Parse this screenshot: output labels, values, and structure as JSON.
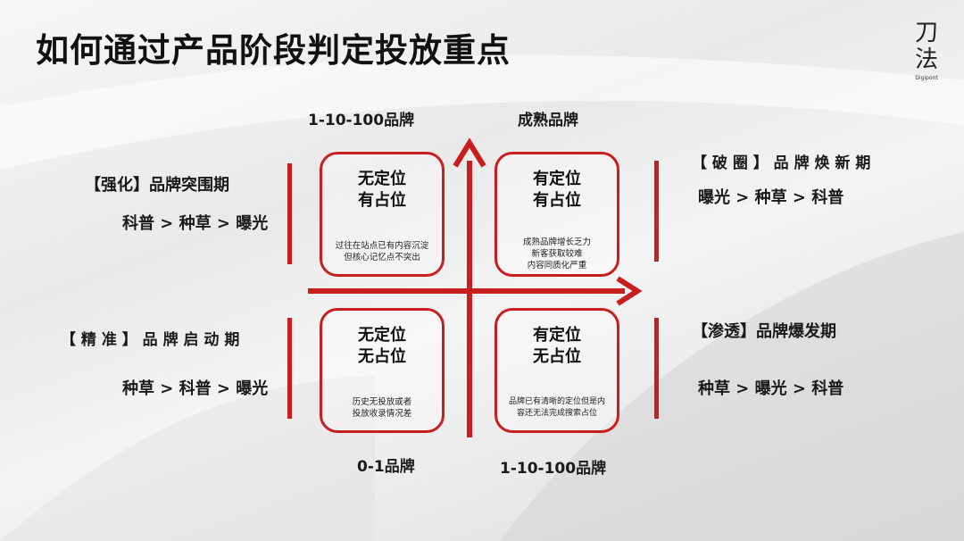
{
  "title": "如何通过产品阶段判定投放重点",
  "logo": {
    "char1": "刀",
    "char2": "法",
    "sub": "Digipont"
  },
  "axis_labels": {
    "top_left": "1-10-100品牌",
    "top_right": "成熟品牌",
    "bottom_left": "0-1品牌",
    "bottom_right": "1-10-100品牌"
  },
  "quadrants": {
    "top_left": {
      "line1": "无定位",
      "line2": "有占位",
      "desc1": "过往在站点已有内容沉淀",
      "desc2": "但核心记忆点不突出",
      "desc3": ""
    },
    "top_right": {
      "line1": "有定位",
      "line2": "有占位",
      "desc1": "成熟品牌增长乏力",
      "desc2": "新客获取较难",
      "desc3": "内容同质化严重"
    },
    "bottom_left": {
      "line1": "无定位",
      "line2": "无占位",
      "desc1": "历史无投放或者",
      "desc2": "投放收录情况差",
      "desc3": ""
    },
    "bottom_right": {
      "line1": "有定位",
      "line2": "无占位",
      "desc1": "品牌已有清晰的定位但是内",
      "desc2": "容还无法完成搜索占位",
      "desc3": ""
    }
  },
  "stages": {
    "top_left": {
      "title": "【强化】品牌突围期",
      "path": "科普 > 种草 > 曝光"
    },
    "bottom_left": {
      "title": "【 精 准 】 品 牌 启 动 期",
      "path": "种草 > 科普 > 曝光"
    },
    "top_right": {
      "title": "【 破 圈 】 品 牌 焕 新 期",
      "path": "曝光 > 种草 > 科普"
    },
    "bottom_right": {
      "title": "【渗透】品牌爆发期",
      "path": "种草 > 曝光 > 科普"
    }
  },
  "colors": {
    "accent": "#c81e1e",
    "text": "#1a1a1a"
  }
}
